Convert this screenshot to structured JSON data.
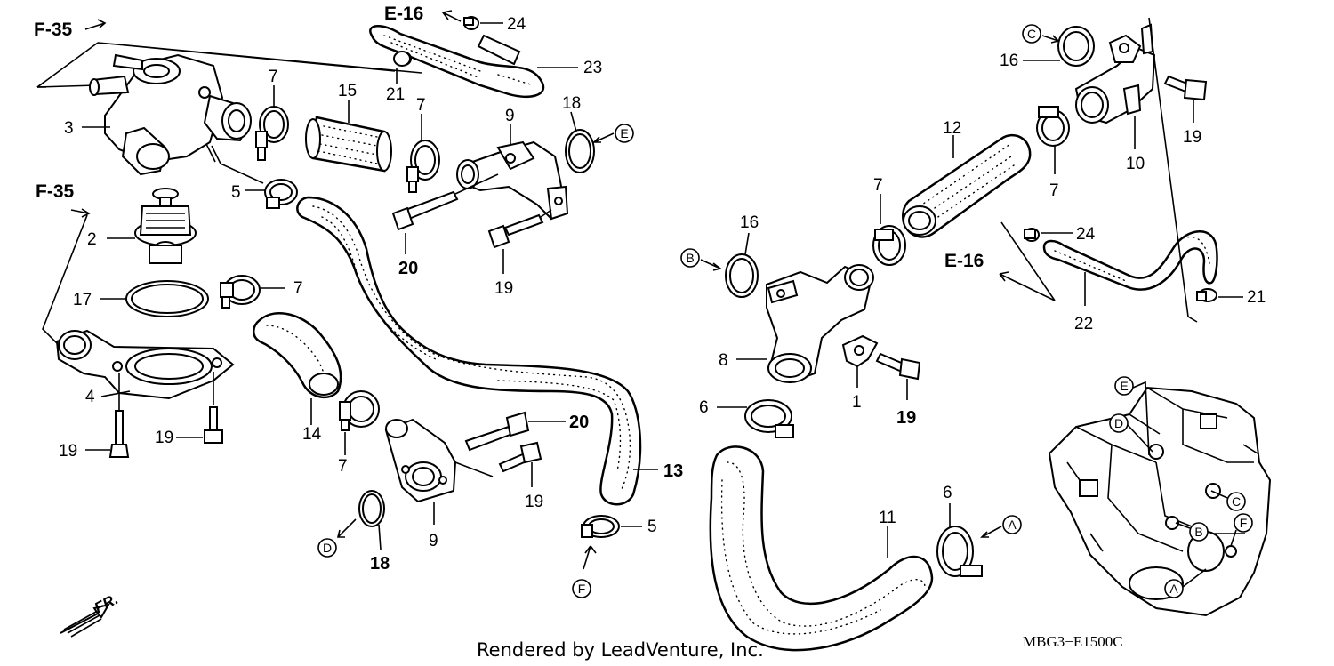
{
  "callouts": {
    "c1": "1",
    "c2": "2",
    "c3": "3",
    "c4": "4",
    "c5a": "5",
    "c5b": "5",
    "c6a": "6",
    "c6b": "6",
    "c7a": "7",
    "c7b": "7",
    "c7c": "7",
    "c7d": "7",
    "c7e": "7",
    "c7f": "7",
    "c8": "8",
    "c9a": "9",
    "c9b": "9",
    "c10": "10",
    "c11": "11",
    "c12": "12",
    "c13": "13",
    "c14": "14",
    "c15": "15",
    "c16a": "16",
    "c16b": "16",
    "c17": "17",
    "c18a": "18",
    "c18b": "18",
    "c19a": "19",
    "c19b": "19",
    "c19c": "19",
    "c19d": "19",
    "c19e": "19",
    "c19f": "19",
    "c20a": "20",
    "c20b": "20",
    "c21a": "21",
    "c21b": "21",
    "c22": "22",
    "c23": "23",
    "c24a": "24",
    "c24b": "24"
  },
  "refs": {
    "f35_top": "F-35",
    "f35_mid": "F-35",
    "e16_top": "E-16",
    "e16_right": "E-16"
  },
  "circles": {
    "a1": "A",
    "a2": "A",
    "b1": "B",
    "b2": "B",
    "c1": "C",
    "c2": "C",
    "d1": "D",
    "d2": "D",
    "e1": "E",
    "e2": "E",
    "f1": "F",
    "f2": "F"
  },
  "footer": {
    "credit": "Rendered by LeadVenture, Inc.",
    "diagram_code": "MBG3−E1500C",
    "front_marker": "FR."
  }
}
